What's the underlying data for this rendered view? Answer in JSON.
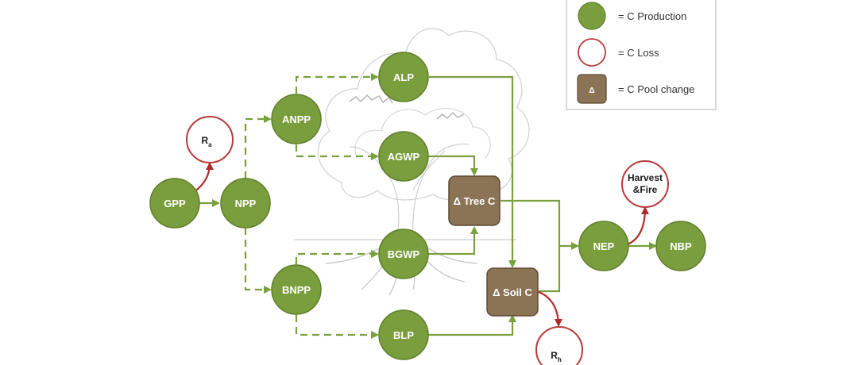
{
  "colors": {
    "production": "#7a9e3e",
    "production_edge": "#5f7f2a",
    "loss_edge": "#b83a3a",
    "pool": "#8b7355",
    "pool_edge": "#5e4a33",
    "flow": "#7aa03e",
    "loss_flow": "#b02a2a",
    "tree": "#c8c8c8"
  },
  "legend": {
    "production": "= C Production",
    "loss": "= C Loss",
    "pool": "= C Pool change",
    "pool_symbol": "Δ"
  },
  "nodes": {
    "gpp": "GPP",
    "npp": "NPP",
    "anpp": "ANPP",
    "bnpp": "BNPP",
    "alp": "ALP",
    "agwp": "AGWP",
    "bgwp": "BGWP",
    "blp": "BLP",
    "nep": "NEP",
    "nbp": "NBP"
  },
  "losses": {
    "ra_main": "R",
    "ra_sub": "a",
    "rh_main": "R",
    "rh_sub": "h",
    "harvest_line1": "Harvest",
    "harvest_line2": "&Fire"
  },
  "pools": {
    "tree": "Δ Tree C",
    "soil": "Δ Soil C"
  }
}
